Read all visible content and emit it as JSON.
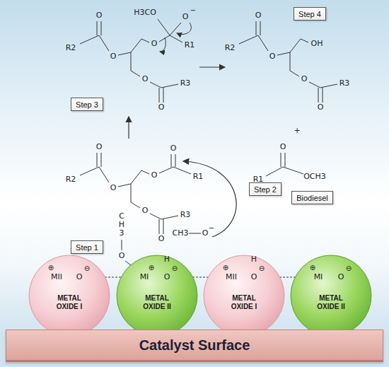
{
  "diagram": {
    "nodes": [
      {
        "text": [
          "Step 4"
        ]
      },
      {
        "text": [
          "Step 3"
        ]
      },
      {
        "text": [
          "Step 2"
        ]
      },
      {
        "text": [
          "Biodiesel"
        ]
      },
      {
        "text": [
          "Step 1"
        ]
      },
      {
        "text": [
          "METAL OXIDE I"
        ]
      },
      {
        "text": [
          "METAL OXIDE II"
        ]
      },
      {
        "text": [
          "METAL OXIDE I"
        ]
      },
      {
        "text": [
          "METAL OXIDE II"
        ]
      },
      {
        "text": [
          "Catalyst Surface"
        ]
      }
    ],
    "labels": [
      "H3CO",
      "O",
      "−",
      "O",
      "R2",
      "O",
      "O",
      "R1",
      "O",
      "R3",
      "O",
      "O",
      "O",
      "R2",
      "O",
      "O",
      "R1",
      "O",
      "R3",
      "O",
      "O",
      "R2",
      "O",
      "OH",
      "O",
      "R3",
      "O",
      "+",
      "O",
      "R1",
      "OCH3",
      "CH3",
      "O",
      "−",
      "CH3",
      "O",
      "⊕",
      "MII",
      "⊖",
      "O",
      "⊕",
      "MI",
      "H",
      "⊖",
      "O",
      "⊕",
      "MII",
      "H",
      "⊖",
      "O",
      "⊕",
      "MI",
      "⊖",
      "O"
    ]
  }
}
